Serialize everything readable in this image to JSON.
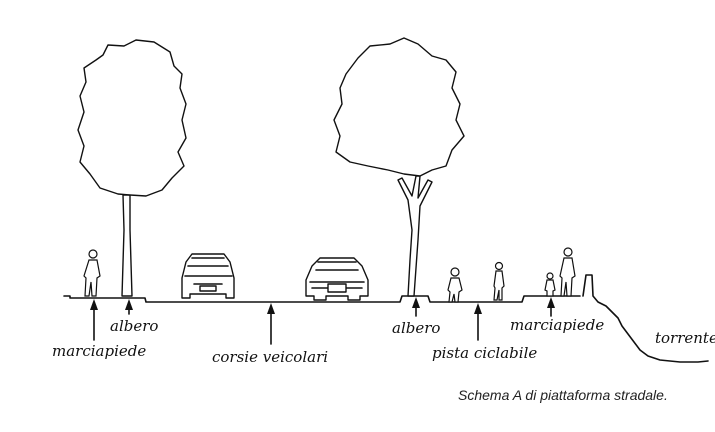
{
  "labels": {
    "marciapiede_left": "marciapiede",
    "albero_left": "albero",
    "corsie": "corsie veicolari",
    "albero_right": "albero",
    "pista": "pista ciclabile",
    "marciapiede_right": "marciapiede",
    "torrente": "torrente"
  },
  "caption": "Schema A di piattaforma stradale.",
  "icons": [
    "tree-icon",
    "car-icon",
    "pedestrian-icon",
    "arrow-up-icon"
  ],
  "colors": {
    "ink": "#111111",
    "background": "#ffffff"
  }
}
